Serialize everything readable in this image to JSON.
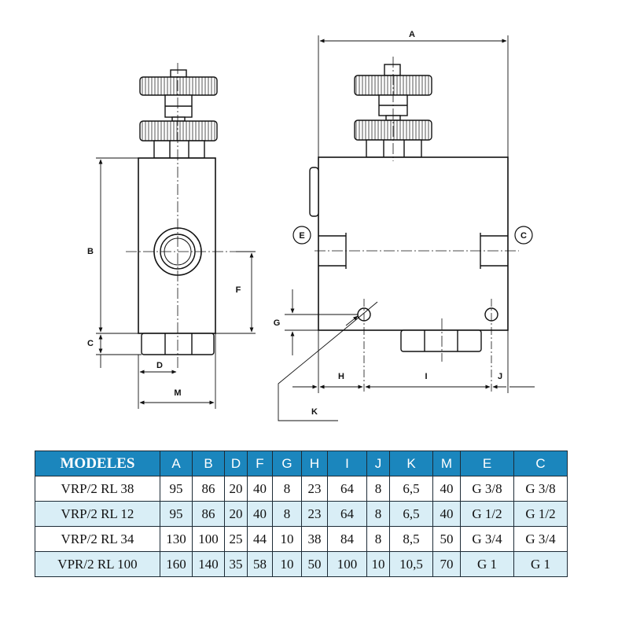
{
  "drawing": {
    "dim_labels": {
      "A": "A",
      "B": "B",
      "C": "C",
      "D": "D",
      "F": "F",
      "G": "G",
      "H": "H",
      "I": "I",
      "J": "J",
      "K": "K",
      "M": "M"
    },
    "port_labels": {
      "left": "E",
      "right": "C"
    }
  },
  "table": {
    "headers": [
      "MODELES",
      "A",
      "B",
      "D",
      "F",
      "G",
      "H",
      "I",
      "J",
      "K",
      "M",
      "E",
      "C"
    ],
    "rows": [
      [
        "VRP/2 RL 38",
        "95",
        "86",
        "20",
        "40",
        "8",
        "23",
        "64",
        "8",
        "6,5",
        "40",
        "G 3/8",
        "G 3/8"
      ],
      [
        "VRP/2 RL 12",
        "95",
        "86",
        "20",
        "40",
        "8",
        "23",
        "64",
        "8",
        "6,5",
        "40",
        "G 1/2",
        "G 1/2"
      ],
      [
        "VRP/2 RL 34",
        "130",
        "100",
        "25",
        "44",
        "10",
        "38",
        "84",
        "8",
        "8,5",
        "50",
        "G 3/4",
        "G 3/4"
      ],
      [
        "VPR/2 RL 100",
        "160",
        "140",
        "35",
        "58",
        "10",
        "50",
        "100",
        "10",
        "10,5",
        "70",
        "G 1",
        "G 1"
      ]
    ],
    "colors": {
      "header_bg": "#1b86bd",
      "header_text": "#ffffff",
      "alt_row_bg": "#d9eef6",
      "border": "#1d2b36"
    }
  }
}
